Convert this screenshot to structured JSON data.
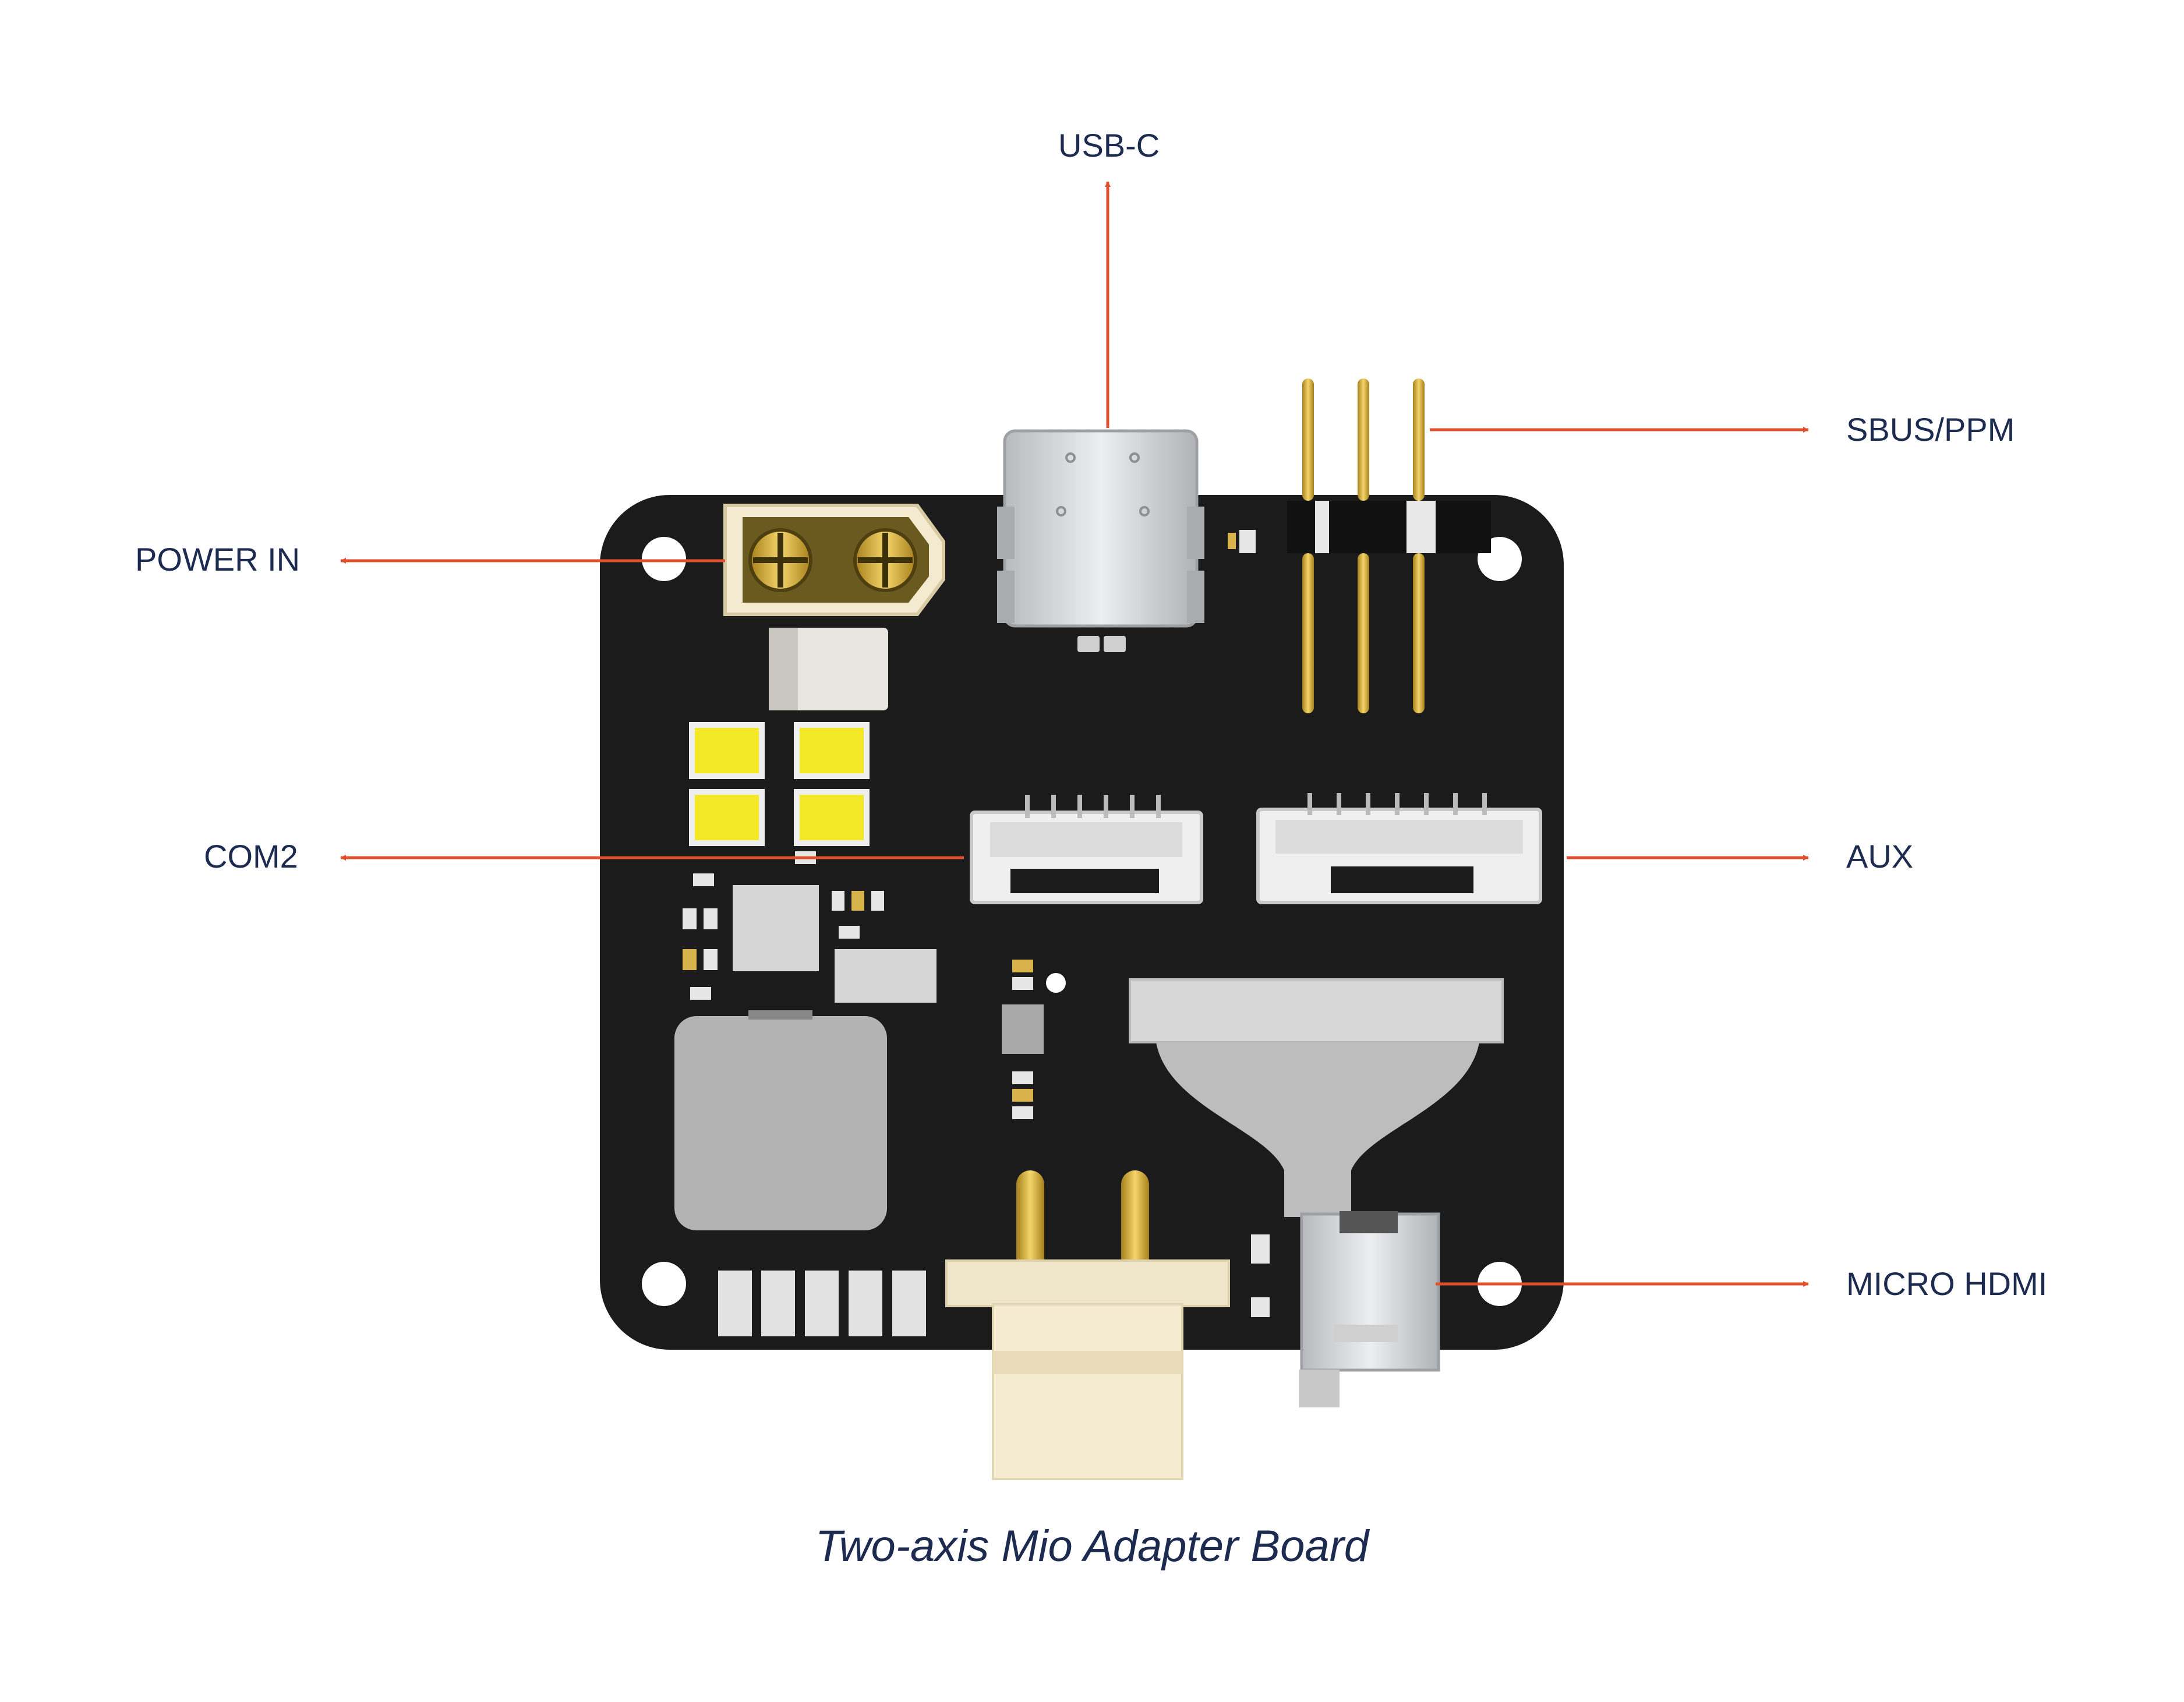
{
  "title": "Two-axis Mio Adapter Board",
  "callouts": {
    "usb_c": "USB-C",
    "sbus_ppm": "SBUS/PPM",
    "power_in": "POWER IN",
    "com2": "COM2",
    "aux": "AUX",
    "micro_hdmi": "MICRO HDMI"
  },
  "colors": {
    "arrow": "#e0502c",
    "text": "#1c2b4f",
    "pcb": "#1b1b1b",
    "gold": "#d9b33c",
    "ivory": "#f3ead0",
    "silver": "#cfd1d3",
    "yellow": "#f2e825"
  }
}
